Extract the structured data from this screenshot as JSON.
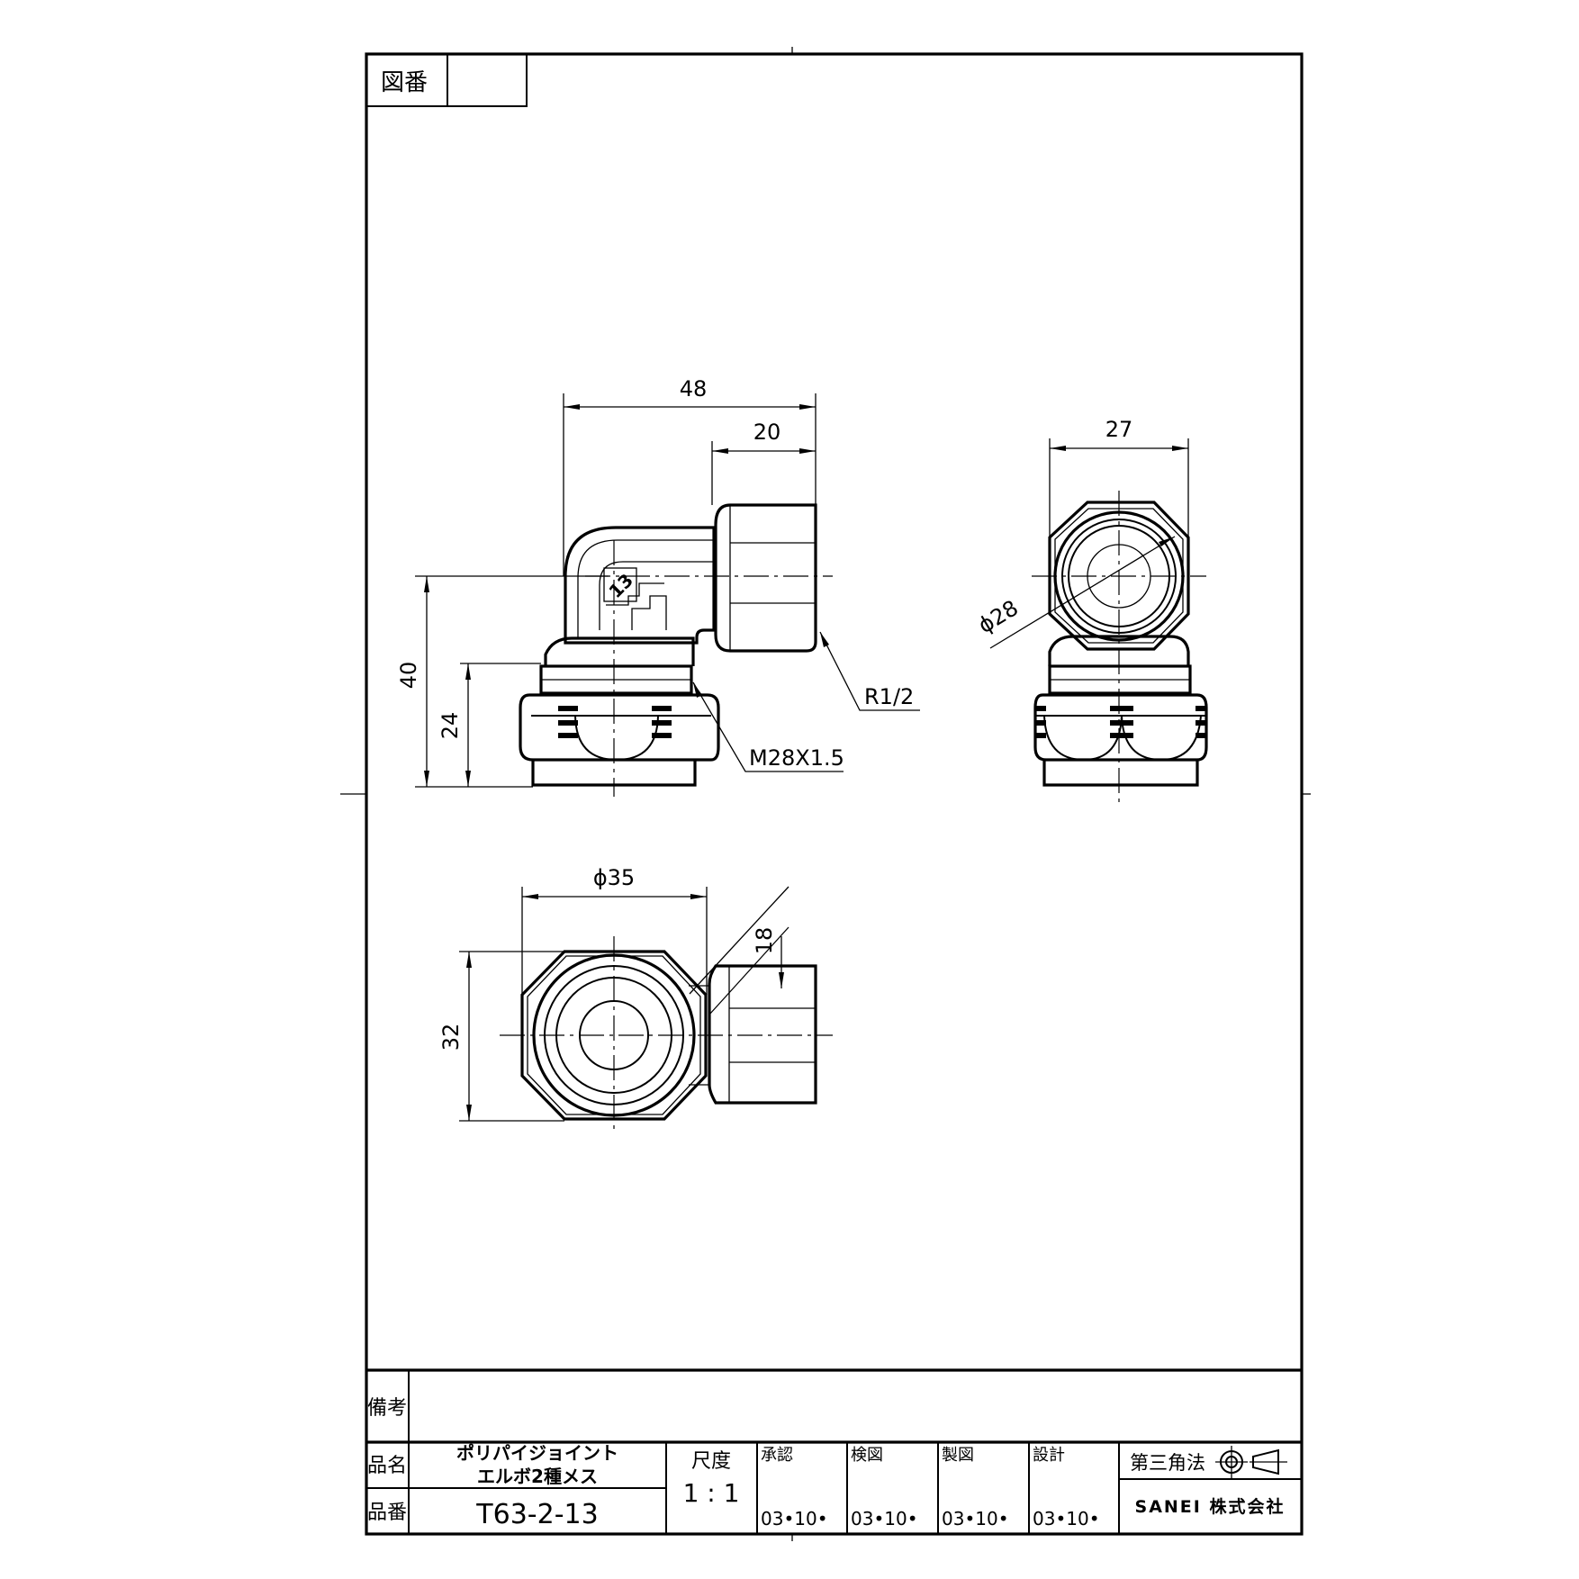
{
  "header": {
    "drawing_number_label": "図番",
    "drawing_number_value": ""
  },
  "views": {
    "front": {
      "dim_width": "48",
      "dim_nut_width": "20",
      "dim_height": "40",
      "dim_nut_height": "24",
      "thread_r": "R1/2",
      "thread_m": "M28X1.5",
      "body_mark": "13"
    },
    "side": {
      "dim_width": "27",
      "dim_diameter": "ϕ28"
    },
    "top": {
      "dim_diameter": "ϕ35",
      "dim_height": "32",
      "dim_hex": "18"
    }
  },
  "title_block": {
    "remarks_label": "備考",
    "remarks_value": "",
    "name_label": "品名",
    "name_line1": "ポリパイジョイント",
    "name_line2": "エルボ2種メス",
    "part_label": "品番",
    "part_number": "T63-2-13",
    "scale_label": "尺度",
    "scale_value": "1 : 1",
    "approvals": [
      {
        "label": "承認",
        "date": "03•10•"
      },
      {
        "label": "検図",
        "date": "03•10•"
      },
      {
        "label": "製図",
        "date": "03•10•"
      },
      {
        "label": "設計",
        "date": "03•10•"
      }
    ],
    "projection_label": "第三角法",
    "company": "SANEI 株式会社"
  }
}
